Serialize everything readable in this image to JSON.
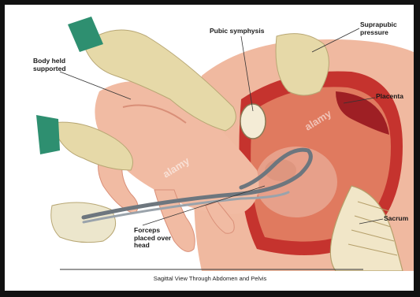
{
  "labels": {
    "body_held": "Body held\nsupported",
    "pubic_symphysis": "Pubic symphysis",
    "suprapubic_pressure": "Suprapubic\npressure",
    "placenta": "Placenta",
    "forceps": "Forceps\nplaced over\nhead",
    "sacrum": "Sacrum"
  },
  "caption": "Sagittal View Through Abdomen and Pelvis",
  "watermark": "alamy",
  "colors": {
    "skin": "#f1bba3",
    "skin_shadow": "#d98f78",
    "glove": "#e6d9a8",
    "uterus": "#c5332e",
    "bone": "#f1e6c8",
    "forceps": "#8b949c",
    "sleeve": "#2e8f70"
  }
}
